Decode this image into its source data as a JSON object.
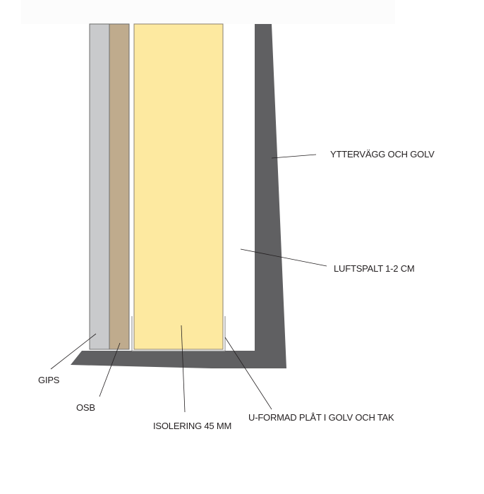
{
  "diagram": {
    "type": "wall-section",
    "labels": {
      "ytterwall": "YTTERVÄGG OCH GOLV",
      "luftspalt": "LUFTSPALT 1-2 CM",
      "gips": "GIPS",
      "osb": "OSB",
      "isolering": "ISOLERING 45 MM",
      "uplat": "U-FORMAD PLÅT I GOLV OCH TAK"
    },
    "colors": {
      "gips": "#c9cacc",
      "osb": "#bfab8d",
      "isolering": "#fde9a0",
      "outer_wall": "#606062",
      "outline": "#6d6d6d",
      "text": "#231f20"
    }
  }
}
